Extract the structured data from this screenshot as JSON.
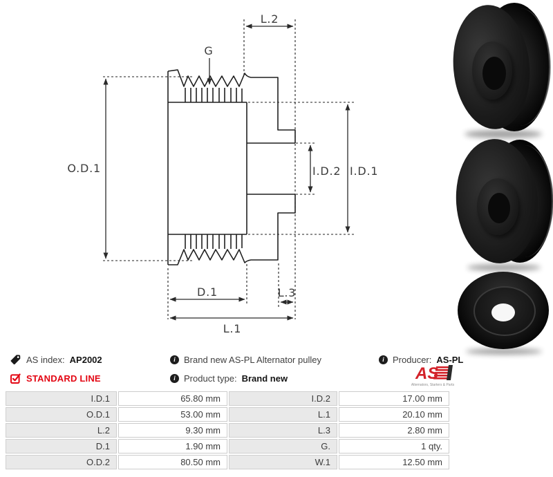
{
  "info": {
    "as_index": {
      "label": "AS index:",
      "value": "AP2002"
    },
    "line_badge": "STANDARD LINE",
    "description": "Brand new AS-PL Alternator pulley",
    "product_type": {
      "label": "Product type:",
      "value": "Brand new"
    },
    "producer": {
      "label": "Producer:",
      "value": "AS-PL"
    }
  },
  "brand": {
    "logo_text": "AS",
    "tagline": "Alternators, Starters & Parts"
  },
  "colors": {
    "accent_red": "#e30613",
    "logo_red": "#d3222a"
  },
  "drawing": {
    "labels": {
      "od1": "O.D.1",
      "id1": "I.D.1",
      "id2": "I.D.2",
      "l1": "L.1",
      "l2": "L.2",
      "l3": "L.3",
      "d1": "D.1",
      "g": "G"
    }
  },
  "spec_table": {
    "rows": [
      {
        "left_label": "I.D.1",
        "left_value": "65.80 mm",
        "right_label": "I.D.2",
        "right_value": "17.00 mm"
      },
      {
        "left_label": "O.D.1",
        "left_value": "53.00 mm",
        "right_label": "L.1",
        "right_value": "20.10 mm"
      },
      {
        "left_label": "L.2",
        "left_value": "9.30 mm",
        "right_label": "L.3",
        "right_value": "2.80 mm"
      },
      {
        "left_label": "D.1",
        "left_value": "1.90 mm",
        "right_label": "G.",
        "right_value": "1 qty."
      },
      {
        "left_label": "O.D.2",
        "left_value": "80.50 mm",
        "right_label": "W.1",
        "right_value": "12.50 mm"
      }
    ]
  }
}
